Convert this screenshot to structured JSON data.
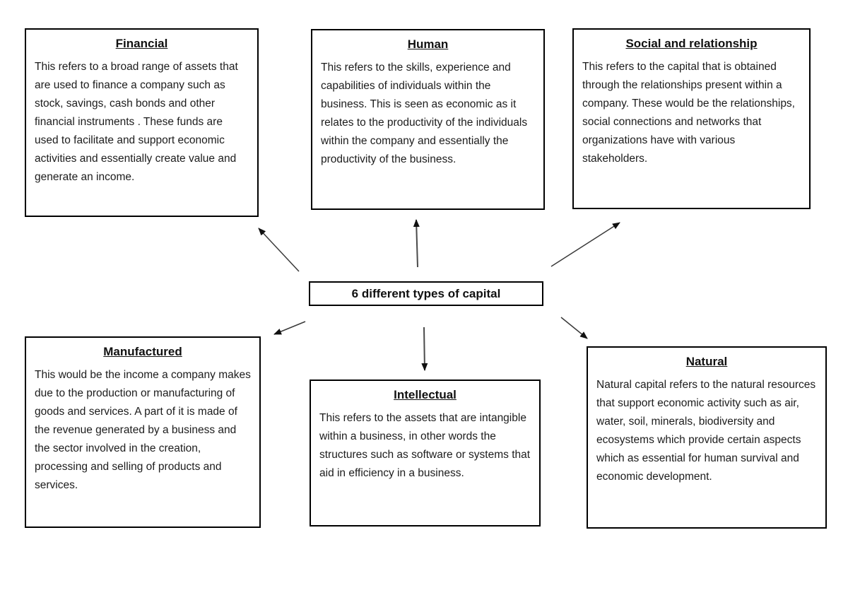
{
  "diagram": {
    "center_label": "6 different types of capital",
    "nodes": [
      {
        "id": "financial",
        "title": "Financial",
        "body": "This refers to a broad range of assets that are used to finance a company such as stock, savings, cash bonds and other financial instruments . These funds are used to facilitate and support economic activities and essentially create value and generate an income."
      },
      {
        "id": "human",
        "title": "Human",
        "body": "This refers to the skills, experience and capabilities of individuals within the business. This is seen as economic as it relates to the productivity of the individuals within the company and essentially the productivity of the business."
      },
      {
        "id": "social",
        "title": "Social and relationship",
        "body": "This refers to the capital that is obtained through the relationships present within a company. These would be the relationships, social connections and networks that organizations have with various stakeholders."
      },
      {
        "id": "manufactured",
        "title": "Manufactured",
        "body": "This would be the income a company makes due to the production or manufacturing of goods and services. A part of it is made of the revenue generated by a business and the sector involved in the creation, processing and selling of products and services."
      },
      {
        "id": "intellectual",
        "title": "Intellectual",
        "body": "This refers to the assets that are intangible within a business, in other words the structures such as software or systems that aid in efficiency in a business."
      },
      {
        "id": "natural",
        "title": "Natural",
        "body": "Natural capital refers to the natural resources that support economic activity such as air, water, soil, minerals, biodiversity and ecosystems which provide certain aspects which as essential for human survival and economic development."
      }
    ],
    "connections": [
      {
        "from": "center",
        "to": "financial"
      },
      {
        "from": "center",
        "to": "human"
      },
      {
        "from": "center",
        "to": "social"
      },
      {
        "from": "center",
        "to": "manufactured"
      },
      {
        "from": "center",
        "to": "intellectual"
      },
      {
        "from": "center",
        "to": "natural"
      }
    ],
    "colors": {
      "border": "#000000",
      "background": "#ffffff",
      "text": "#1c1c1c",
      "arrow": "#3a3a3a"
    }
  }
}
